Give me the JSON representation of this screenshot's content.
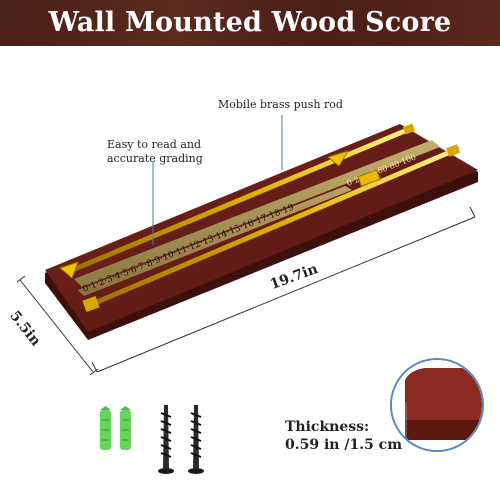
{
  "banner": {
    "title": "Wall Mounted Wood Score Board"
  },
  "callouts": {
    "push_rod": "Mobile brass push rod",
    "grading_line1": "Easy to read and",
    "grading_line2": "accurate grading"
  },
  "scale": {
    "row1": "0·1·2·3·4·5·6·7·8·9·10·11·12·13·14·15·16·17·18·19",
    "row2": "0·20·40·60·80·100"
  },
  "dimensions": {
    "length": "19.7in",
    "width": "5.5in"
  },
  "thickness": {
    "label": "Thickness:",
    "value": "0.59 in /1.5 cm"
  },
  "colors": {
    "banner": "#4f2219",
    "wood": "#6a1f1a",
    "brass": "#e0b400"
  }
}
